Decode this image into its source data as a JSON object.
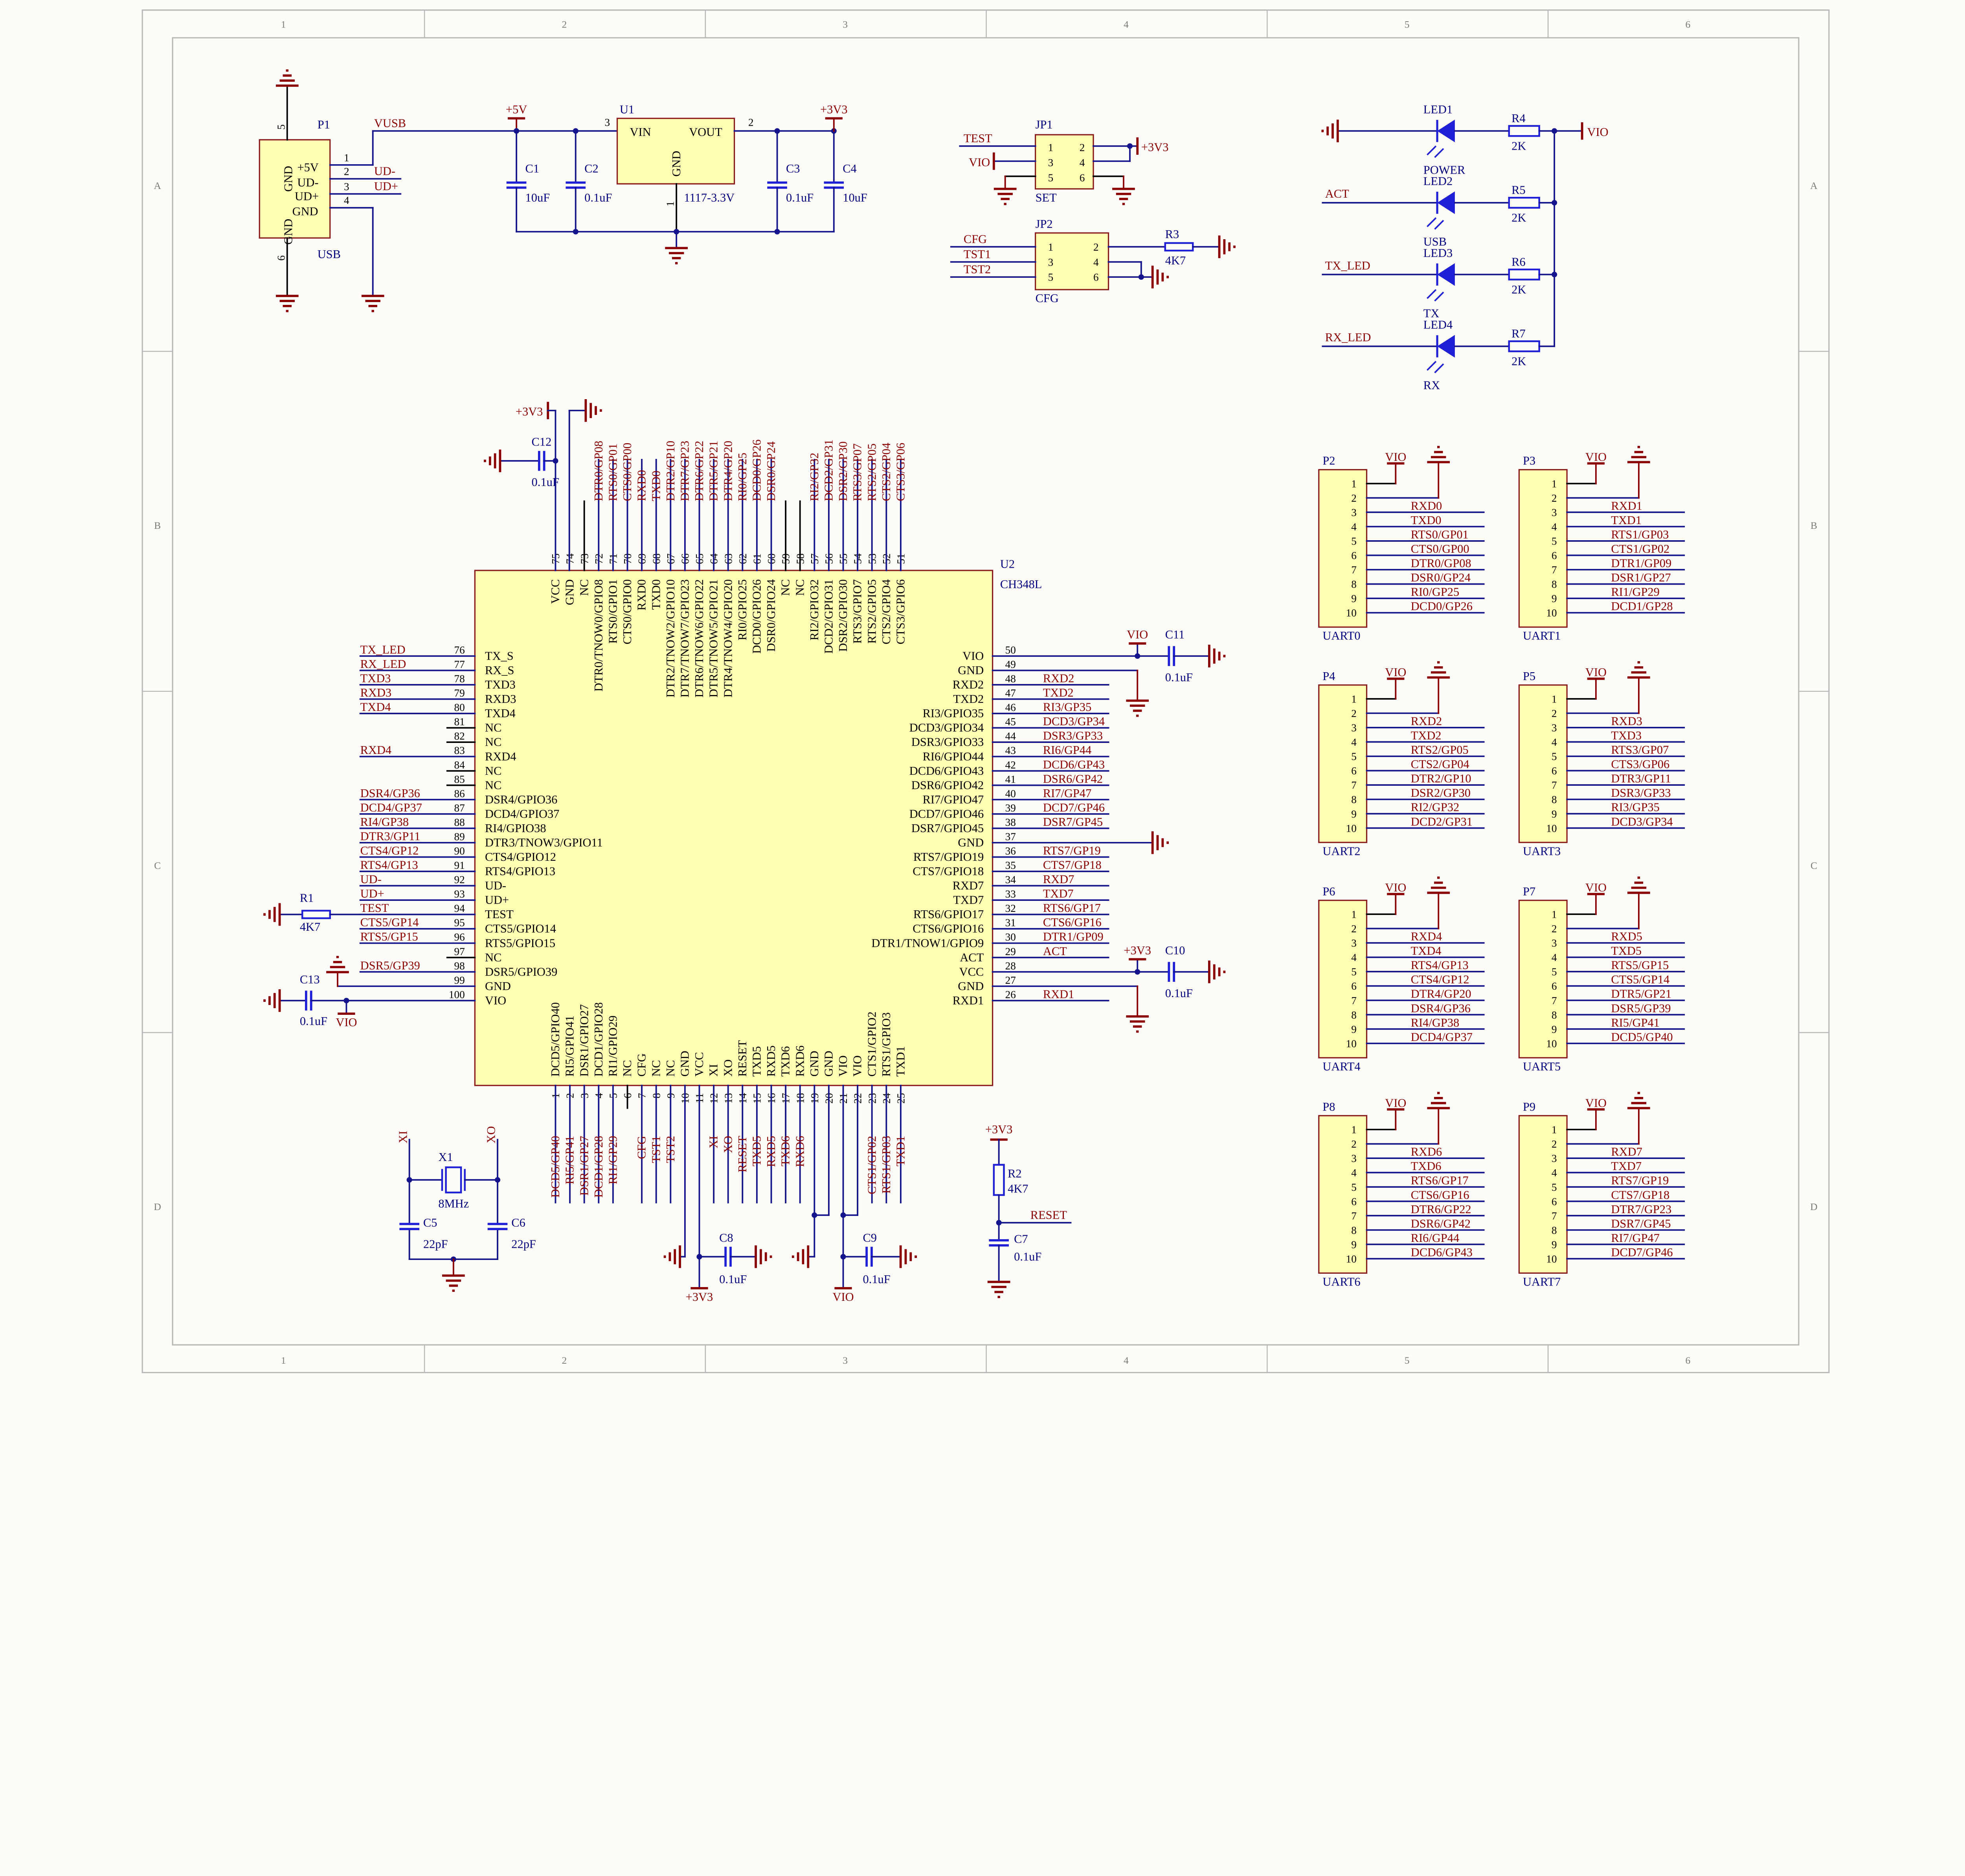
{
  "colors": {
    "wire": "#14148c",
    "net_label": "#8b0000",
    "component": "#1f1fd6",
    "power": "#8b0000",
    "body_fill": "#ffffb4",
    "body_stroke": "#8b1a1a",
    "pin": "#000000",
    "frame": "#b8b8b8",
    "background": "#fdfcf8"
  },
  "frame": {
    "columns": [
      "1",
      "2",
      "3",
      "4",
      "5",
      "6"
    ],
    "rows": [
      "A",
      "B",
      "C",
      "D"
    ]
  },
  "rails": {
    "vio": "VIO",
    "v33": "+3V3",
    "v5": "+5V"
  },
  "usb": {
    "ref": "P1",
    "name": "USB",
    "inner": [
      "GND",
      "+5V",
      "UD-",
      "UD+",
      "GND",
      "GND"
    ],
    "pins": [
      "1",
      "2",
      "3",
      "4",
      "5",
      "6"
    ],
    "nets": [
      "VUSB",
      "UD-",
      "UD+"
    ]
  },
  "regulator": {
    "ref": "U1",
    "part": "1117-3.3V",
    "vin": "VIN",
    "vout": "VOUT",
    "gnd": "GND",
    "pins": [
      "3",
      "2",
      "1"
    ]
  },
  "caps": [
    {
      "ref": "C1",
      "value": "10uF"
    },
    {
      "ref": "C2",
      "value": "0.1uF"
    },
    {
      "ref": "C3",
      "value": "0.1uF"
    },
    {
      "ref": "C4",
      "value": "10uF"
    },
    {
      "ref": "C5",
      "value": "22pF"
    },
    {
      "ref": "C6",
      "value": "22pF"
    },
    {
      "ref": "C7",
      "value": "0.1uF"
    },
    {
      "ref": "C8",
      "value": "0.1uF"
    },
    {
      "ref": "C9",
      "value": "0.1uF"
    },
    {
      "ref": "C10",
      "value": "0.1uF"
    },
    {
      "ref": "C11",
      "value": "0.1uF"
    },
    {
      "ref": "C12",
      "value": "0.1uF"
    },
    {
      "ref": "C13",
      "value": "0.1uF"
    }
  ],
  "resistors": [
    {
      "ref": "R1",
      "value": "4K7"
    },
    {
      "ref": "R2",
      "value": "4K7"
    },
    {
      "ref": "R3",
      "value": "4K7"
    },
    {
      "ref": "R4",
      "value": "2K"
    },
    {
      "ref": "R5",
      "value": "2K"
    },
    {
      "ref": "R6",
      "value": "2K"
    },
    {
      "ref": "R7",
      "value": "2K"
    }
  ],
  "jp1": {
    "ref": "JP1",
    "name": "SET",
    "pins": [
      "1",
      "2",
      "3",
      "4",
      "5",
      "6"
    ],
    "nets": [
      "TEST",
      "VIO",
      "+3V3"
    ]
  },
  "jp2": {
    "ref": "JP2",
    "name": "CFG",
    "pins": [
      "1",
      "2",
      "3",
      "4",
      "5",
      "6"
    ],
    "nets": [
      "CFG",
      "TST1",
      "TST2"
    ]
  },
  "leds": [
    {
      "ref": "LED1",
      "name": "POWER",
      "net": ""
    },
    {
      "ref": "LED2",
      "name": "USB",
      "net": "ACT"
    },
    {
      "ref": "LED3",
      "name": "TX",
      "net": "TX_LED"
    },
    {
      "ref": "LED4",
      "name": "RX",
      "net": "RX_LED"
    }
  ],
  "crystal": {
    "ref": "X1",
    "value": "8MHz",
    "nets": [
      "XI",
      "XO"
    ]
  },
  "reset": {
    "net": "RESET"
  },
  "u2": {
    "ref": "U2",
    "part": "CH348L",
    "top": [
      [
        "75",
        "VCC",
        ""
      ],
      [
        "74",
        "GND",
        ""
      ],
      [
        "73",
        "NC",
        ""
      ],
      [
        "72",
        "DTR0/TNOW0/GPIO8",
        "DTR0/GP08"
      ],
      [
        "71",
        "RTS0/GPIO1",
        "RTS0/GP01"
      ],
      [
        "70",
        "CTS0/GPIO0",
        "CTS0/GP00"
      ],
      [
        "69",
        "RXD0",
        "RXD0"
      ],
      [
        "68",
        "TXD0",
        "TXD0"
      ],
      [
        "67",
        "DTR2/TNOW2/GPIO10",
        "DTR2/GP10"
      ],
      [
        "66",
        "DTR7/TNOW7/GPIO23",
        "DTR7/GP23"
      ],
      [
        "65",
        "DTR6/TNOW6/GPIO22",
        "DTR6/GP22"
      ],
      [
        "64",
        "DTR5/TNOW5/GPIO21",
        "DTR5/GP21"
      ],
      [
        "63",
        "DTR4/TNOW4/GPIO20",
        "DTR4/GP20"
      ],
      [
        "62",
        "RI0/GPIO25",
        "RI0/GP25"
      ],
      [
        "61",
        "DCD0/GPIO26",
        "DCD0/GP26"
      ],
      [
        "60",
        "DSR0/GPIO24",
        "DSR0/GP24"
      ],
      [
        "59",
        "NC",
        ""
      ],
      [
        "58",
        "NC",
        ""
      ],
      [
        "57",
        "RI2/GPIO32",
        "RI2/GP32"
      ],
      [
        "56",
        "DCD2/GPIO31",
        "DCD2/GP31"
      ],
      [
        "55",
        "DSR2/GPIO30",
        "DSR2/GP30"
      ],
      [
        "54",
        "RTS3/GPIO7",
        "RTS3/GP07"
      ],
      [
        "53",
        "RTS2/GPIO5",
        "RTS2/GP05"
      ],
      [
        "52",
        "CTS2/GPIO4",
        "CTS2/GP04"
      ],
      [
        "51",
        "CTS3/GPIO6",
        "CTS3/GP06"
      ]
    ],
    "right": [
      [
        "50",
        "VIO",
        ""
      ],
      [
        "49",
        "GND",
        ""
      ],
      [
        "48",
        "RXD2",
        "RXD2"
      ],
      [
        "47",
        "TXD2",
        "TXD2"
      ],
      [
        "46",
        "RI3/GPIO35",
        "RI3/GP35"
      ],
      [
        "45",
        "DCD3/GPIO34",
        "DCD3/GP34"
      ],
      [
        "44",
        "DSR3/GPIO33",
        "DSR3/GP33"
      ],
      [
        "43",
        "RI6/GPIO44",
        "RI6/GP44"
      ],
      [
        "42",
        "DCD6/GPIO43",
        "DCD6/GP43"
      ],
      [
        "41",
        "DSR6/GPIO42",
        "DSR6/GP42"
      ],
      [
        "40",
        "RI7/GPIO47",
        "RI7/GP47"
      ],
      [
        "39",
        "DCD7/GPIO46",
        "DCD7/GP46"
      ],
      [
        "38",
        "DSR7/GPIO45",
        "DSR7/GP45"
      ],
      [
        "37",
        "GND",
        ""
      ],
      [
        "36",
        "RTS7/GPIO19",
        "RTS7/GP19"
      ],
      [
        "35",
        "CTS7/GPIO18",
        "CTS7/GP18"
      ],
      [
        "34",
        "RXD7",
        "RXD7"
      ],
      [
        "33",
        "TXD7",
        "TXD7"
      ],
      [
        "32",
        "RTS6/GPIO17",
        "RTS6/GP17"
      ],
      [
        "31",
        "CTS6/GPIO16",
        "CTS6/GP16"
      ],
      [
        "30",
        "DTR1/TNOW1/GPIO9",
        "DTR1/GP09"
      ],
      [
        "29",
        "ACT",
        "ACT"
      ],
      [
        "28",
        "VCC",
        ""
      ],
      [
        "27",
        "GND",
        ""
      ],
      [
        "26",
        "RXD1",
        "RXD1"
      ]
    ],
    "left": [
      [
        "76",
        "TX_S",
        "TX_LED"
      ],
      [
        "77",
        "RX_S",
        "RX_LED"
      ],
      [
        "78",
        "TXD3",
        "TXD3"
      ],
      [
        "79",
        "RXD3",
        "RXD3"
      ],
      [
        "80",
        "TXD4",
        "TXD4"
      ],
      [
        "81",
        "NC",
        ""
      ],
      [
        "82",
        "NC",
        ""
      ],
      [
        "83",
        "RXD4",
        "RXD4"
      ],
      [
        "84",
        "NC",
        ""
      ],
      [
        "85",
        "NC",
        ""
      ],
      [
        "86",
        "DSR4/GPIO36",
        "DSR4/GP36"
      ],
      [
        "87",
        "DCD4/GPIO37",
        "DCD4/GP37"
      ],
      [
        "88",
        "RI4/GPIO38",
        "RI4/GP38"
      ],
      [
        "89",
        "DTR3/TNOW3/GPIO11",
        "DTR3/GP11"
      ],
      [
        "90",
        "CTS4/GPIO12",
        "CTS4/GP12"
      ],
      [
        "91",
        "RTS4/GPIO13",
        "RTS4/GP13"
      ],
      [
        "92",
        "UD-",
        "UD-"
      ],
      [
        "93",
        "UD+",
        "UD+"
      ],
      [
        "94",
        "TEST",
        "TEST"
      ],
      [
        "95",
        "CTS5/GPIO14",
        "CTS5/GP14"
      ],
      [
        "96",
        "RTS5/GPIO15",
        "RTS5/GP15"
      ],
      [
        "97",
        "NC",
        ""
      ],
      [
        "98",
        "DSR5/GPIO39",
        "DSR5/GP39"
      ],
      [
        "99",
        "GND",
        ""
      ],
      [
        "100",
        "VIO",
        ""
      ]
    ],
    "bottom": [
      [
        "1",
        "DCD5/GPIO40",
        "DCD5/GP40"
      ],
      [
        "2",
        "RI5/GPIO41",
        "RI5/GP41"
      ],
      [
        "3",
        "DSR1/GPIO27",
        "DSR1/GP27"
      ],
      [
        "4",
        "DCD1/GPIO28",
        "DCD1/GP28"
      ],
      [
        "5",
        "RI1/GPIO29",
        "RI1/GP29"
      ],
      [
        "6",
        "NC",
        ""
      ],
      [
        "7",
        "CFG",
        "CFG"
      ],
      [
        "8",
        "NC",
        "TST1"
      ],
      [
        "9",
        "NC",
        "TST2"
      ],
      [
        "10",
        "GND",
        ""
      ],
      [
        "11",
        "VCC",
        ""
      ],
      [
        "12",
        "XI",
        "XI"
      ],
      [
        "13",
        "XO",
        "XO"
      ],
      [
        "14",
        "RESET",
        "RESET"
      ],
      [
        "15",
        "TXD5",
        "TXD5"
      ],
      [
        "16",
        "RXD5",
        "RXD5"
      ],
      [
        "17",
        "TXD6",
        "TXD6"
      ],
      [
        "18",
        "RXD6",
        "RXD6"
      ],
      [
        "19",
        "GND",
        ""
      ],
      [
        "20",
        "GND",
        ""
      ],
      [
        "21",
        "VIO",
        ""
      ],
      [
        "22",
        "VIO",
        ""
      ],
      [
        "23",
        "CTS1/GPIO2",
        "CTS1/GP02"
      ],
      [
        "24",
        "RTS1/GPIO3",
        "RTS1/GP03"
      ],
      [
        "25",
        "TXD1",
        "TXD1"
      ]
    ]
  },
  "connectors": {
    "pin_numbers": [
      "1",
      "2",
      "3",
      "4",
      "5",
      "6",
      "7",
      "8",
      "9",
      "10"
    ],
    "items": [
      {
        "ref": "P2",
        "name": "UART0",
        "nets": [
          "RXD0",
          "TXD0",
          "RTS0/GP01",
          "CTS0/GP00",
          "DTR0/GP08",
          "DSR0/GP24",
          "RI0/GP25",
          "DCD0/GP26"
        ]
      },
      {
        "ref": "P3",
        "name": "UART1",
        "nets": [
          "RXD1",
          "TXD1",
          "RTS1/GP03",
          "CTS1/GP02",
          "DTR1/GP09",
          "DSR1/GP27",
          "RI1/GP29",
          "DCD1/GP28"
        ]
      },
      {
        "ref": "P4",
        "name": "UART2",
        "nets": [
          "RXD2",
          "TXD2",
          "RTS2/GP05",
          "CTS2/GP04",
          "DTR2/GP10",
          "DSR2/GP30",
          "RI2/GP32",
          "DCD2/GP31"
        ]
      },
      {
        "ref": "P5",
        "name": "UART3",
        "nets": [
          "RXD3",
          "TXD3",
          "RTS3/GP07",
          "CTS3/GP06",
          "DTR3/GP11",
          "DSR3/GP33",
          "RI3/GP35",
          "DCD3/GP34"
        ]
      },
      {
        "ref": "P6",
        "name": "UART4",
        "nets": [
          "RXD4",
          "TXD4",
          "RTS4/GP13",
          "CTS4/GP12",
          "DTR4/GP20",
          "DSR4/GP36",
          "RI4/GP38",
          "DCD4/GP37"
        ]
      },
      {
        "ref": "P7",
        "name": "UART5",
        "nets": [
          "RXD5",
          "TXD5",
          "RTS5/GP15",
          "CTS5/GP14",
          "DTR5/GP21",
          "DSR5/GP39",
          "RI5/GP41",
          "DCD5/GP40"
        ]
      },
      {
        "ref": "P8",
        "name": "UART6",
        "nets": [
          "RXD6",
          "TXD6",
          "RTS6/GP17",
          "CTS6/GP16",
          "DTR6/GP22",
          "DSR6/GP42",
          "RI6/GP44",
          "DCD6/GP43"
        ]
      },
      {
        "ref": "P9",
        "name": "UART7",
        "nets": [
          "RXD7",
          "TXD7",
          "RTS7/GP19",
          "CTS7/GP18",
          "DTR7/GP23",
          "DSR7/GP45",
          "RI7/GP47",
          "DCD7/GP46"
        ]
      }
    ]
  }
}
